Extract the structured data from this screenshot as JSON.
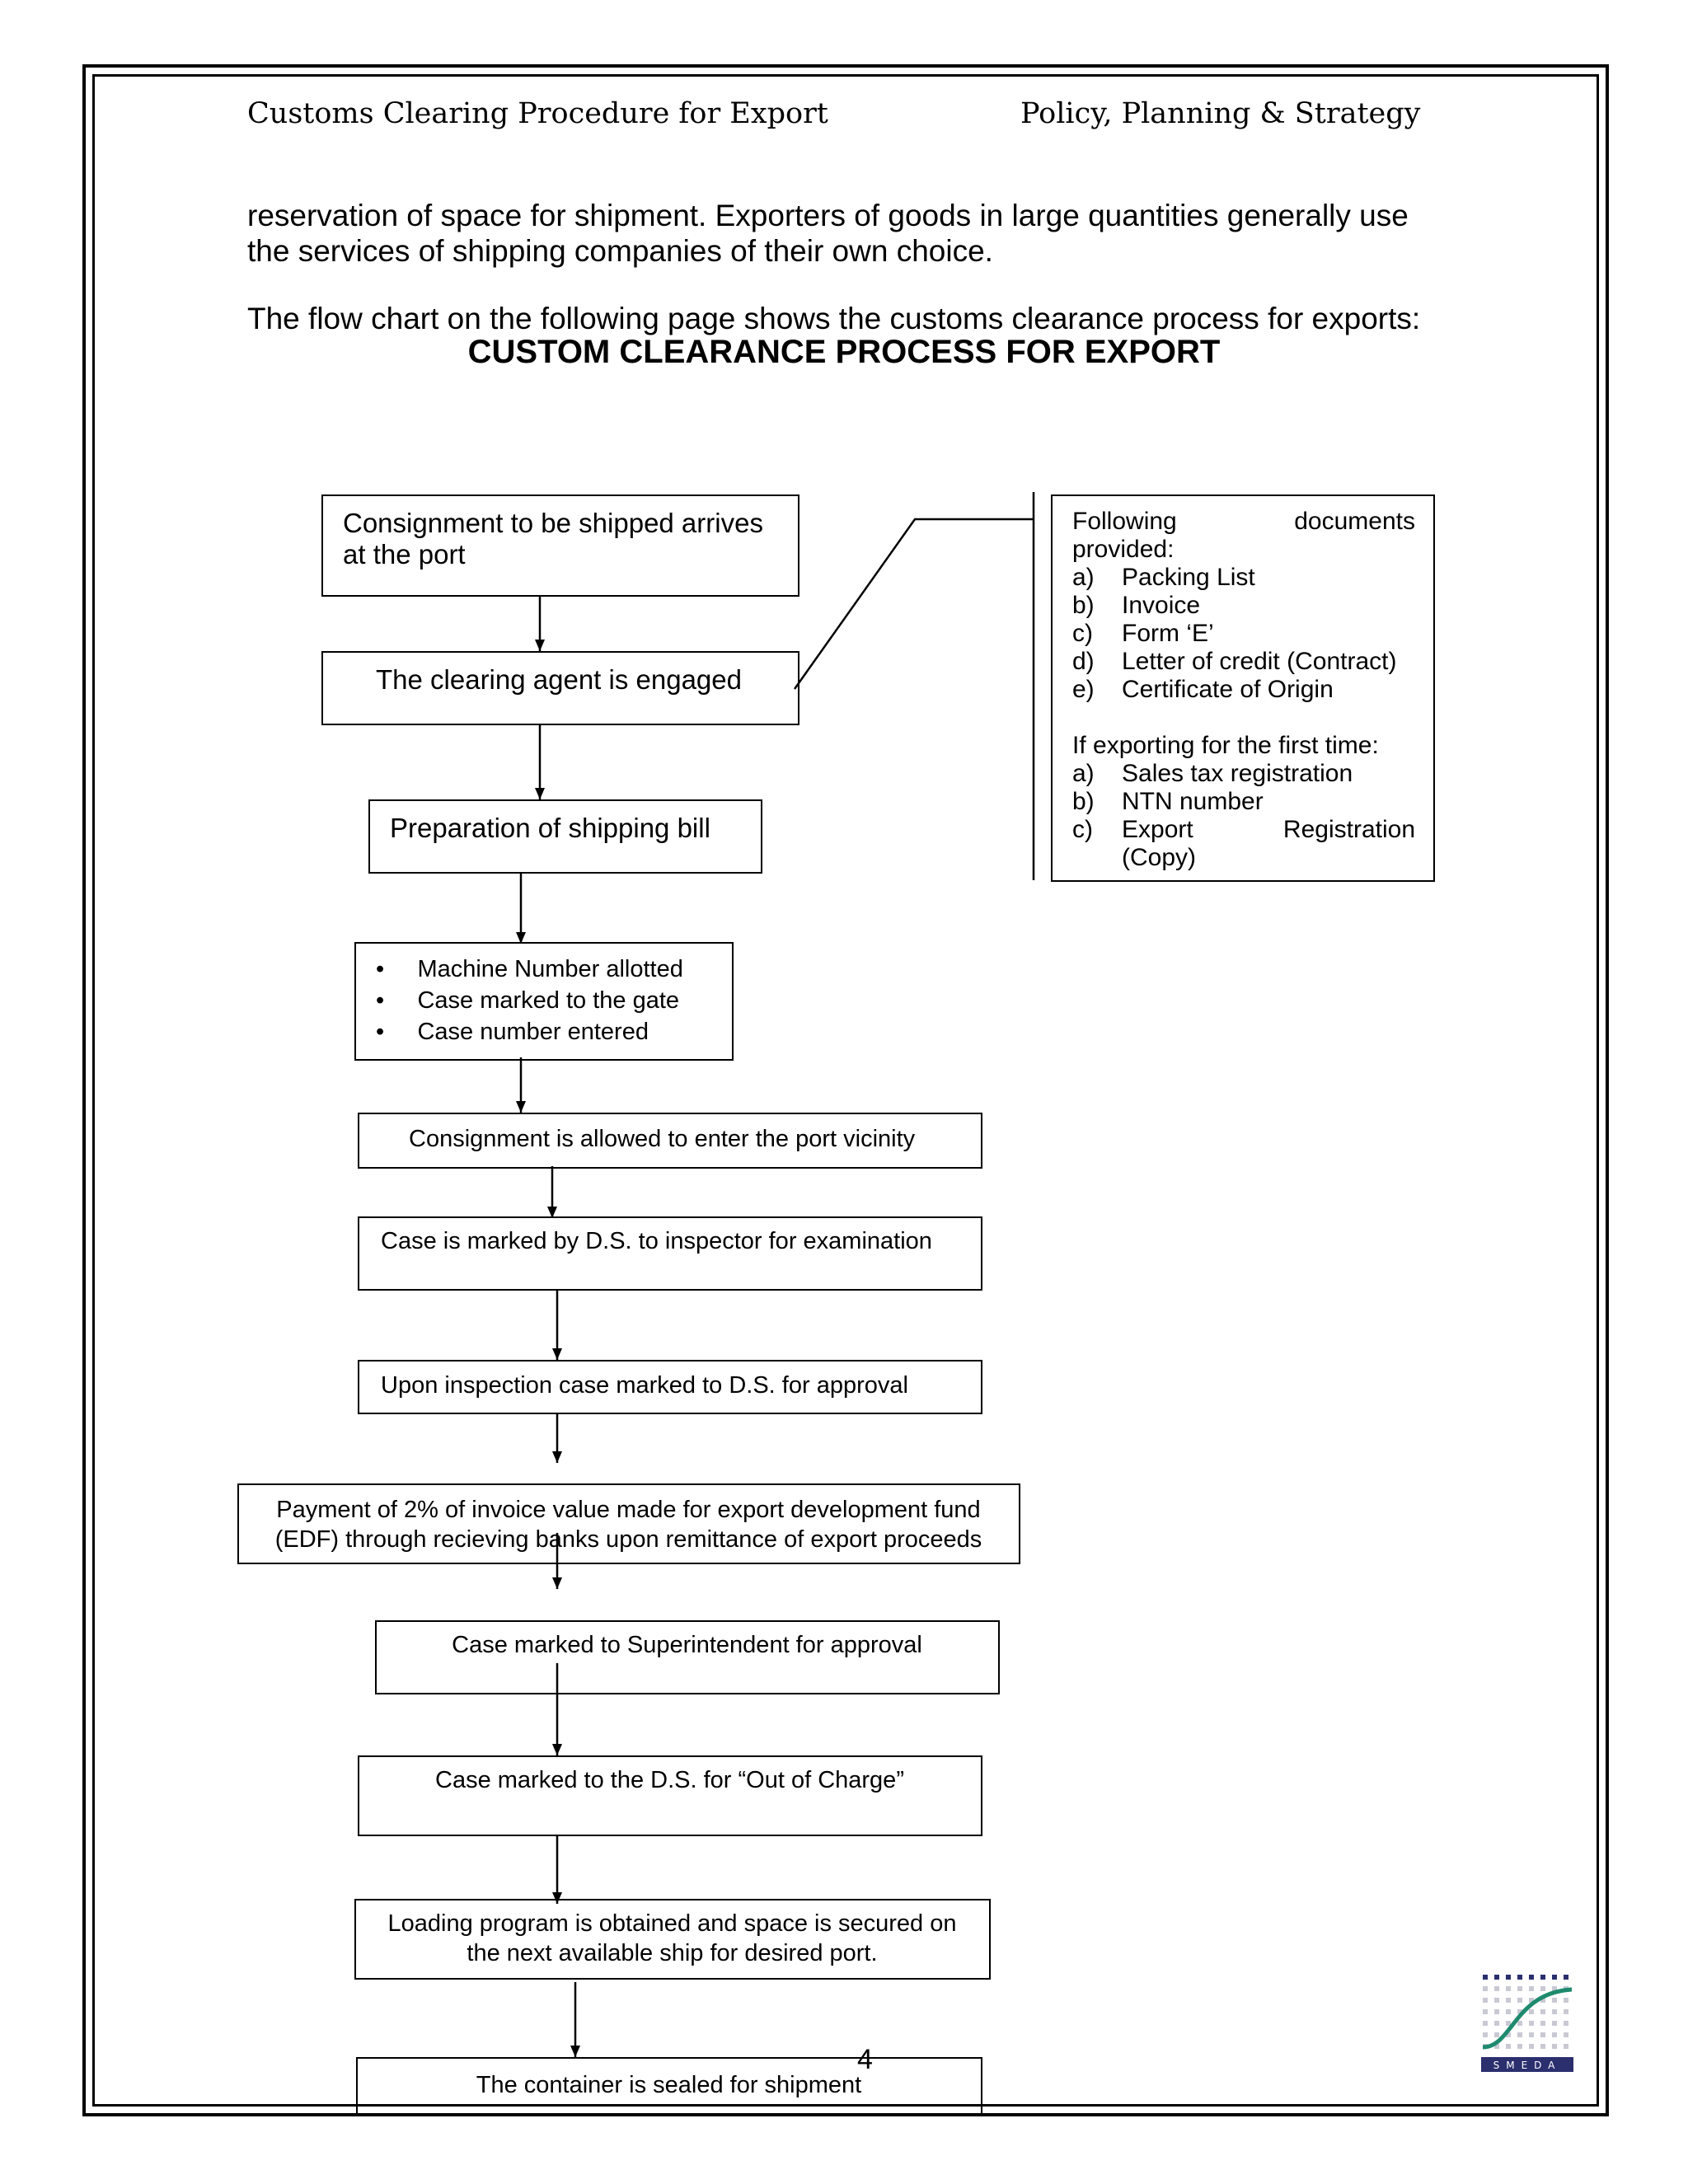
{
  "header": {
    "left": "Customs Clearing Procedure for Export",
    "right": "Policy, Planning & Strategy"
  },
  "intro": {
    "line1": "reservation of space for shipment.  Exporters of goods in large quantities generally use",
    "line2": "the services of shipping companies of their own choice.",
    "line3": "The flow chart on the following page shows the customs clearance process for exports:"
  },
  "chart_title": "CUSTOM CLEARANCE PROCESS FOR EXPORT",
  "steps": {
    "s1": {
      "l1": "Consignment to be shipped arrives",
      "l2": "at the port"
    },
    "s2": "The clearing agent is engaged",
    "s3": "Preparation of shipping bill",
    "s4": [
      "Machine Number allotted",
      "Case marked to the gate",
      "Case number entered"
    ],
    "s5": "Consignment is allowed to enter the port vicinity",
    "s6": "Case is marked by D.S. to inspector for examination",
    "s7": "Upon inspection case marked to D.S. for approval",
    "s8": {
      "l1": "Payment of 2% of invoice value made for export development fund",
      "l2": "(EDF) through recieving banks upon remittance of export proceeds"
    },
    "s9": "Case marked to Superintendent for approval",
    "s10": "Case marked to the D.S. for “Out of Charge”",
    "s11": {
      "l1": "Loading program is obtained and space is secured on",
      "l2": "the next available ship for desired port."
    },
    "s12": "The container is sealed for shipment"
  },
  "documents": {
    "intro_a": "Following",
    "intro_b": "documents",
    "intro_c": "provided:",
    "items": [
      {
        "k": "a)",
        "v": "Packing List"
      },
      {
        "k": "b)",
        "v": "Invoice"
      },
      {
        "k": "c)",
        "v": "Form ‘E’"
      },
      {
        "k": "d)",
        "v": "Letter of credit (Contract)"
      },
      {
        "k": "e)",
        "v": "Certificate of Origin"
      }
    ],
    "first_time": "If exporting for the first time:",
    "first_items": [
      {
        "k": "a)",
        "v": "Sales tax registration"
      },
      {
        "k": "b)",
        "v": "NTN number"
      },
      {
        "k": "c)",
        "v": "Export"
      }
    ],
    "reg_word": "Registration",
    "copy": "(Copy)"
  },
  "page_number": "4",
  "logo_text": "SMEDA",
  "colors": {
    "logo_curve": "#1e8a6e",
    "logo_band": "#2b2f6e"
  }
}
